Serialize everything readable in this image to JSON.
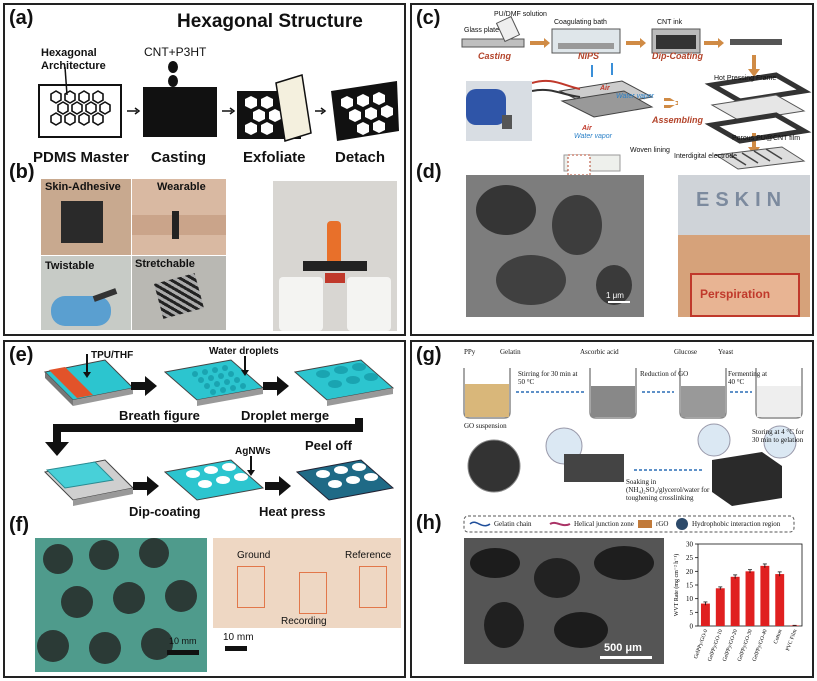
{
  "panel_a": {
    "tag": "(a)",
    "title": "Hexagonal Structure",
    "architecture_label": "Hexagonal Architecture",
    "ink_label": "CNT+P3HT",
    "steps": [
      "PDMS Master",
      "Casting",
      "Exfoliate",
      "Detach"
    ]
  },
  "panel_b": {
    "tag": "(b)",
    "labels": [
      "Skin-Adhesive",
      "Wearable",
      "Twistable",
      "Stretchable"
    ]
  },
  "panel_c": {
    "tag": "(c)",
    "inputs": [
      "PU/DMF solution",
      "Glass plate",
      "Coagulating bath",
      "CNT ink"
    ],
    "steps": [
      "Casting",
      "NIPS",
      "Dip-Coating"
    ],
    "frame_label": "Hot Pressing Frame",
    "air_label": "Air",
    "vapor_label": "Water vapor",
    "assembling_label": "Assembling",
    "film_label": "Porous PU@CNT film",
    "lining_label": "Woven lining",
    "electrode_label": "Interdigital electrode"
  },
  "panel_d": {
    "tag": "(d)",
    "scale": "1 μm",
    "perspiration": "Perspiration",
    "skin_text": "ESKIN"
  },
  "panel_e": {
    "tag": "(e)",
    "labels": [
      "TPU/THF",
      "Water droplets",
      "Breath figure",
      "Droplet merge",
      "Peel off",
      "AgNWs",
      "Dip-coating",
      "Heat press"
    ]
  },
  "panel_f": {
    "tag": "(f)",
    "scale_1": "10 mm",
    "scale_2": "10 mm",
    "electrodes": [
      "Ground",
      "Reference",
      "Recording"
    ]
  },
  "panel_g": {
    "tag": "(g)",
    "reagents": [
      "PPy",
      "Gelatin",
      "Ascorbic acid",
      "Glucose",
      "Yeast"
    ],
    "step_1": "Stirring for 30 min at 50 °C",
    "step_2": "Reduction of GO",
    "step_3": "Fermenting at 40 °C",
    "step_4": "Storing at 4 °C for 30 min to gelation",
    "step_5": "Soaking in (NH₄)₂SO₄/glycerol/water for toughening crosslinking",
    "suspension": "GO suspension",
    "legend": [
      "Gelatin chain",
      "Helical junction zone",
      "rGO",
      "Hydrophobic interaction region"
    ]
  },
  "panel_h": {
    "tag": "(h)",
    "scale": "500 μm"
  },
  "chart_data": {
    "type": "bar",
    "title": "",
    "xlabel": "",
    "ylabel": "WVT Rate (mg cm⁻² h⁻¹)",
    "ylim": [
      0,
      30
    ],
    "yticks": [
      0,
      5,
      10,
      15,
      20,
      25,
      30
    ],
    "categories": [
      "GelPPy/GO-0",
      "GelPPy/GO-10",
      "GelPPy/GO-20",
      "GelPPy/GO-30",
      "GelPPy/GO-40",
      "Cotton",
      "PVC Film"
    ],
    "values": [
      8.2,
      13.8,
      18.0,
      20.0,
      22.0,
      19.0,
      0.2
    ],
    "errors": [
      0.6,
      0.5,
      0.7,
      0.6,
      0.7,
      0.8,
      0.05
    ],
    "grid": false,
    "bar_color": "#e02020"
  }
}
